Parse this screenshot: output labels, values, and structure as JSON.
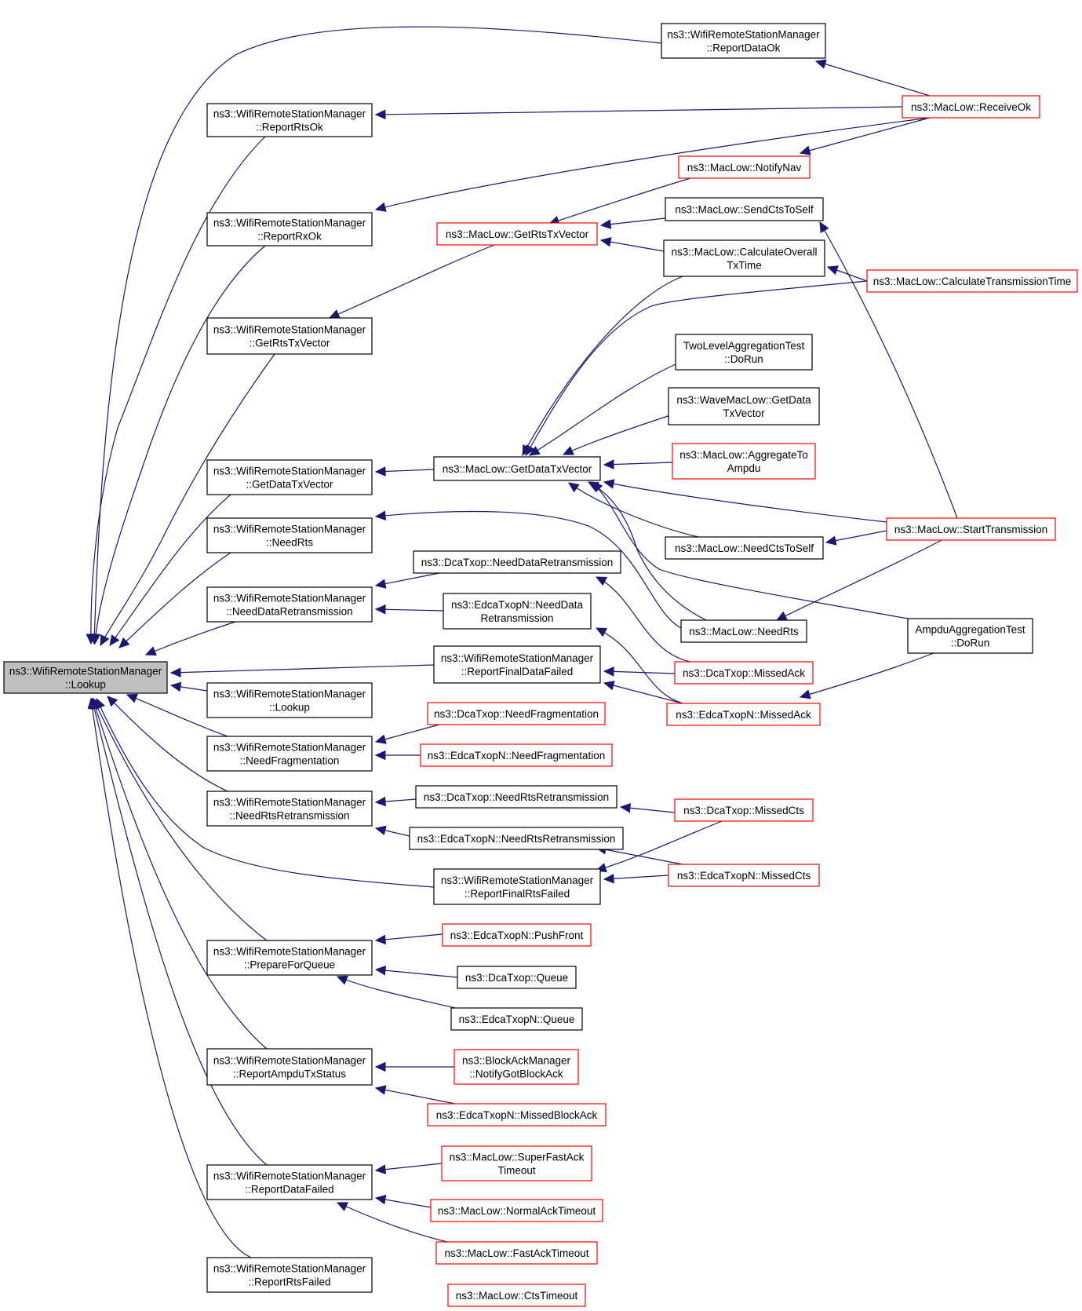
{
  "nodes": [
    {
      "id": "n0",
      "lines": [
        "ns3::WifiRemoteStationManager",
        "::Lookup"
      ],
      "border": "black",
      "focus": true
    },
    {
      "id": "n1",
      "lines": [
        "ns3::WifiRemoteStationManager",
        "::ReportRtsOk"
      ],
      "border": "black"
    },
    {
      "id": "n2",
      "lines": [
        "ns3::WifiRemoteStationManager",
        "::ReportRxOk"
      ],
      "border": "black"
    },
    {
      "id": "n3",
      "lines": [
        "ns3::WifiRemoteStationManager",
        "::GetRtsTxVector"
      ],
      "border": "black"
    },
    {
      "id": "n4",
      "lines": [
        "ns3::WifiRemoteStationManager",
        "::GetDataTxVector"
      ],
      "border": "black"
    },
    {
      "id": "n5",
      "lines": [
        "ns3::WifiRemoteStationManager",
        "::NeedRts"
      ],
      "border": "black"
    },
    {
      "id": "n6",
      "lines": [
        "ns3::WifiRemoteStationManager",
        "::NeedDataRetransmission"
      ],
      "border": "black"
    },
    {
      "id": "n7",
      "lines": [
        "ns3::WifiRemoteStationManager",
        "::Lookup"
      ],
      "border": "black"
    },
    {
      "id": "n8",
      "lines": [
        "ns3::WifiRemoteStationManager",
        "::NeedFragmentation"
      ],
      "border": "black"
    },
    {
      "id": "n9",
      "lines": [
        "ns3::WifiRemoteStationManager",
        "::NeedRtsRetransmission"
      ],
      "border": "black"
    },
    {
      "id": "n10",
      "lines": [
        "ns3::WifiRemoteStationManager",
        "::PrepareForQueue"
      ],
      "border": "black"
    },
    {
      "id": "n11",
      "lines": [
        "ns3::WifiRemoteStationManager",
        "::ReportAmpduTxStatus"
      ],
      "border": "black"
    },
    {
      "id": "n12",
      "lines": [
        "ns3::WifiRemoteStationManager",
        "::ReportDataFailed"
      ],
      "border": "black"
    },
    {
      "id": "n13",
      "lines": [
        "ns3::WifiRemoteStationManager",
        "::ReportRtsFailed"
      ],
      "border": "black"
    },
    {
      "id": "n14",
      "lines": [
        "ns3::WifiRemoteStationManager",
        "::ReportDataOk"
      ],
      "border": "black"
    },
    {
      "id": "n15",
      "lines": [
        "ns3::MacLow::GetRtsTxVector"
      ],
      "border": "red"
    },
    {
      "id": "n16",
      "lines": [
        "ns3::MacLow::GetDataTxVector"
      ],
      "border": "black"
    },
    {
      "id": "n17",
      "lines": [
        "ns3::DcaTxop::NeedDataRetransmission"
      ],
      "border": "black"
    },
    {
      "id": "n18",
      "lines": [
        "ns3::EdcaTxopN::NeedData",
        "Retransmission"
      ],
      "border": "black"
    },
    {
      "id": "n19",
      "lines": [
        "ns3::WifiRemoteStationManager",
        "::ReportFinalDataFailed"
      ],
      "border": "black"
    },
    {
      "id": "n20",
      "lines": [
        "ns3::DcaTxop::NeedFragmentation"
      ],
      "border": "red"
    },
    {
      "id": "n21",
      "lines": [
        "ns3::EdcaTxopN::NeedFragmentation"
      ],
      "border": "red"
    },
    {
      "id": "n22",
      "lines": [
        "ns3::DcaTxop::NeedRtsRetransmission"
      ],
      "border": "black"
    },
    {
      "id": "n23",
      "lines": [
        "ns3::EdcaTxopN::NeedRtsRetransmission"
      ],
      "border": "black"
    },
    {
      "id": "n24",
      "lines": [
        "ns3::WifiRemoteStationManager",
        "::ReportFinalRtsFailed"
      ],
      "border": "black"
    },
    {
      "id": "n25",
      "lines": [
        "ns3::EdcaTxopN::PushFront"
      ],
      "border": "red"
    },
    {
      "id": "n26",
      "lines": [
        "ns3::DcaTxop::Queue"
      ],
      "border": "black"
    },
    {
      "id": "n27",
      "lines": [
        "ns3::EdcaTxopN::Queue"
      ],
      "border": "black"
    },
    {
      "id": "n28",
      "lines": [
        "ns3::BlockAckManager",
        "::NotifyGotBlockAck"
      ],
      "border": "red"
    },
    {
      "id": "n29",
      "lines": [
        "ns3::EdcaTxopN::MissedBlockAck"
      ],
      "border": "red"
    },
    {
      "id": "n30",
      "lines": [
        "ns3::MacLow::SuperFastAck",
        "Timeout"
      ],
      "border": "red"
    },
    {
      "id": "n31",
      "lines": [
        "ns3::MacLow::NormalAckTimeout"
      ],
      "border": "red"
    },
    {
      "id": "n32",
      "lines": [
        "ns3::MacLow::FastAckTimeout"
      ],
      "border": "red"
    },
    {
      "id": "n33",
      "lines": [
        "ns3::MacLow::CtsTimeout"
      ],
      "border": "red"
    },
    {
      "id": "n34",
      "lines": [
        "ns3::MacLow::NotifyNav"
      ],
      "border": "red"
    },
    {
      "id": "n35",
      "lines": [
        "ns3::MacLow::SendCtsToSelf"
      ],
      "border": "black"
    },
    {
      "id": "n36",
      "lines": [
        "ns3::MacLow::CalculateOverall",
        "TxTime"
      ],
      "border": "black"
    },
    {
      "id": "n37",
      "lines": [
        "TwoLevelAggregationTest",
        "::DoRun"
      ],
      "border": "black"
    },
    {
      "id": "n38",
      "lines": [
        "ns3::WaveMacLow::GetData",
        "TxVector"
      ],
      "border": "black"
    },
    {
      "id": "n39",
      "lines": [
        "ns3::MacLow::AggregateTo",
        "Ampdu"
      ],
      "border": "red"
    },
    {
      "id": "n40",
      "lines": [
        "ns3::MacLow::NeedCtsToSelf"
      ],
      "border": "black"
    },
    {
      "id": "n41",
      "lines": [
        "ns3::MacLow::NeedRts"
      ],
      "border": "black"
    },
    {
      "id": "n42",
      "lines": [
        "ns3::DcaTxop::MissedAck"
      ],
      "border": "red"
    },
    {
      "id": "n43",
      "lines": [
        "ns3::EdcaTxopN::MissedAck"
      ],
      "border": "red"
    },
    {
      "id": "n44",
      "lines": [
        "ns3::DcaTxop::MissedCts"
      ],
      "border": "red"
    },
    {
      "id": "n45",
      "lines": [
        "ns3::EdcaTxopN::MissedCts"
      ],
      "border": "red"
    },
    {
      "id": "n46",
      "lines": [
        "ns3::MacLow::ReceiveOk"
      ],
      "border": "red"
    },
    {
      "id": "n47",
      "lines": [
        "ns3::MacLow::CalculateTransmissionTime"
      ],
      "border": "red"
    },
    {
      "id": "n48",
      "lines": [
        "ns3::MacLow::StartTransmission"
      ],
      "border": "red"
    },
    {
      "id": "n49",
      "lines": [
        "AmpduAggregationTest",
        "::DoRun"
      ],
      "border": "black"
    }
  ],
  "edges": [
    {
      "from": "n14",
      "to": "n0"
    },
    {
      "from": "n1",
      "to": "n0"
    },
    {
      "from": "n2",
      "to": "n0"
    },
    {
      "from": "n3",
      "to": "n0"
    },
    {
      "from": "n4",
      "to": "n0"
    },
    {
      "from": "n5",
      "to": "n0"
    },
    {
      "from": "n6",
      "to": "n0"
    },
    {
      "from": "n19",
      "to": "n0"
    },
    {
      "from": "n7",
      "to": "n0"
    },
    {
      "from": "n8",
      "to": "n0"
    },
    {
      "from": "n9",
      "to": "n0"
    },
    {
      "from": "n24",
      "to": "n0"
    },
    {
      "from": "n10",
      "to": "n0"
    },
    {
      "from": "n11",
      "to": "n0"
    },
    {
      "from": "n12",
      "to": "n0"
    },
    {
      "from": "n13",
      "to": "n0"
    },
    {
      "from": "n46",
      "to": "n14"
    },
    {
      "from": "n46",
      "to": "n1"
    },
    {
      "from": "n46",
      "to": "n2"
    },
    {
      "from": "n46",
      "to": "n34"
    },
    {
      "from": "n34",
      "to": "n15"
    },
    {
      "from": "n35",
      "to": "n15"
    },
    {
      "from": "n36",
      "to": "n15"
    },
    {
      "from": "n15",
      "to": "n3"
    },
    {
      "from": "n47",
      "to": "n36"
    },
    {
      "from": "n48",
      "to": "n35"
    },
    {
      "from": "n16",
      "to": "n4"
    },
    {
      "from": "n36",
      "to": "n16"
    },
    {
      "from": "n47",
      "to": "n16"
    },
    {
      "from": "n37",
      "to": "n16"
    },
    {
      "from": "n38",
      "to": "n16"
    },
    {
      "from": "n39",
      "to": "n16"
    },
    {
      "from": "n48",
      "to": "n16"
    },
    {
      "from": "n40",
      "to": "n16"
    },
    {
      "from": "n41",
      "to": "n16"
    },
    {
      "from": "n49",
      "to": "n16"
    },
    {
      "from": "n48",
      "to": "n40"
    },
    {
      "from": "n48",
      "to": "n41"
    },
    {
      "from": "n41",
      "to": "n5"
    },
    {
      "from": "n17",
      "to": "n6"
    },
    {
      "from": "n18",
      "to": "n6"
    },
    {
      "from": "n42",
      "to": "n17"
    },
    {
      "from": "n43",
      "to": "n18"
    },
    {
      "from": "n42",
      "to": "n19"
    },
    {
      "from": "n43",
      "to": "n19"
    },
    {
      "from": "n49",
      "to": "n43"
    },
    {
      "from": "n20",
      "to": "n8"
    },
    {
      "from": "n21",
      "to": "n8"
    },
    {
      "from": "n22",
      "to": "n9"
    },
    {
      "from": "n23",
      "to": "n9"
    },
    {
      "from": "n44",
      "to": "n22"
    },
    {
      "from": "n45",
      "to": "n23"
    },
    {
      "from": "n44",
      "to": "n24"
    },
    {
      "from": "n45",
      "to": "n24"
    },
    {
      "from": "n25",
      "to": "n10"
    },
    {
      "from": "n26",
      "to": "n10"
    },
    {
      "from": "n27",
      "to": "n10"
    },
    {
      "from": "n28",
      "to": "n11"
    },
    {
      "from": "n29",
      "to": "n11"
    },
    {
      "from": "n30",
      "to": "n12"
    },
    {
      "from": "n31",
      "to": "n12"
    },
    {
      "from": "n32",
      "to": "n12"
    },
    {
      "from": "n33",
      "to": "n13"
    }
  ]
}
